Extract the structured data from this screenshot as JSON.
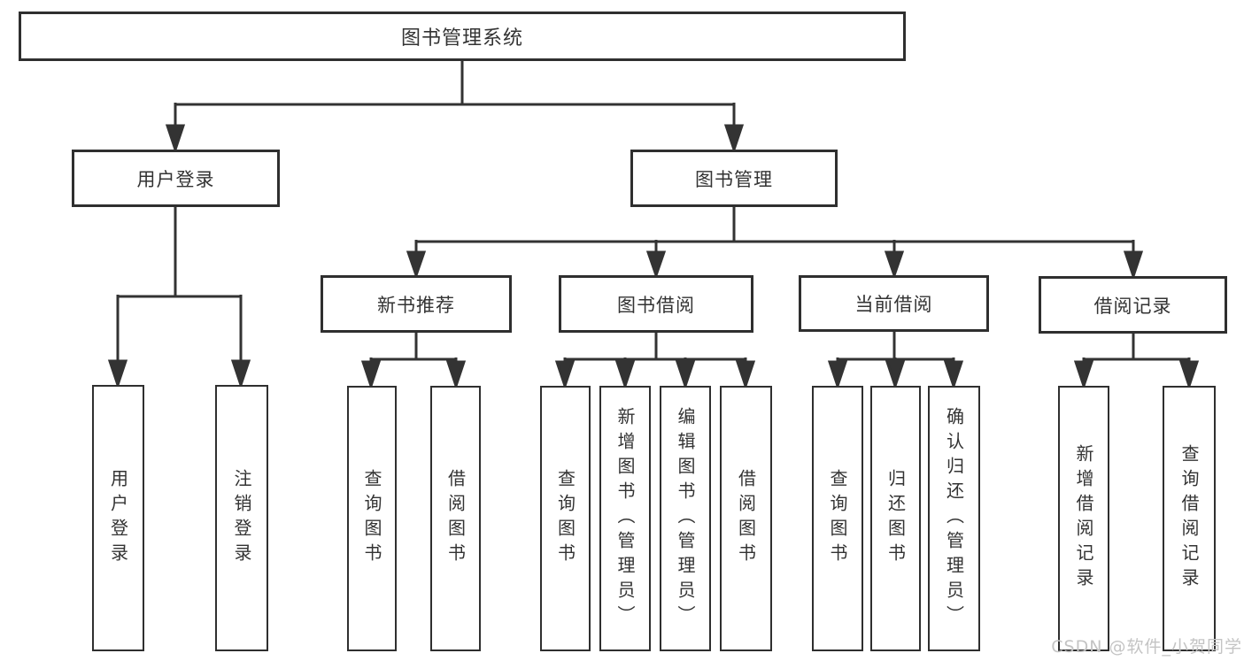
{
  "diagram": {
    "type": "hierarchy-tree",
    "root": {
      "label": "图书管理系统"
    },
    "children": [
      {
        "label": "用户登录",
        "children": [
          {
            "label": "用户登录"
          },
          {
            "label": "注销登录"
          }
        ]
      },
      {
        "label": "图书管理",
        "children": [
          {
            "label": "新书推荐",
            "children": [
              {
                "label": "查询图书"
              },
              {
                "label": "借阅图书"
              }
            ]
          },
          {
            "label": "图书借阅",
            "children": [
              {
                "label": "查询图书"
              },
              {
                "label": "新增图书（管理员）"
              },
              {
                "label": "编辑图书（管理员）"
              },
              {
                "label": "借阅图书"
              }
            ]
          },
          {
            "label": "当前借阅",
            "children": [
              {
                "label": "查询图书"
              },
              {
                "label": "归还图书"
              },
              {
                "label": "确认归还（管理员）"
              }
            ]
          },
          {
            "label": "借阅记录",
            "children": [
              {
                "label": "新增借阅记录"
              },
              {
                "label": "查询借阅记录"
              }
            ]
          }
        ]
      }
    ]
  },
  "watermark": {
    "text": "CSDN @软件_小贺同学"
  },
  "colors": {
    "line": "#333333",
    "border": "#2f2f2f",
    "text": "#333333",
    "background": "#ffffff",
    "watermark": "#c4c4c4"
  }
}
